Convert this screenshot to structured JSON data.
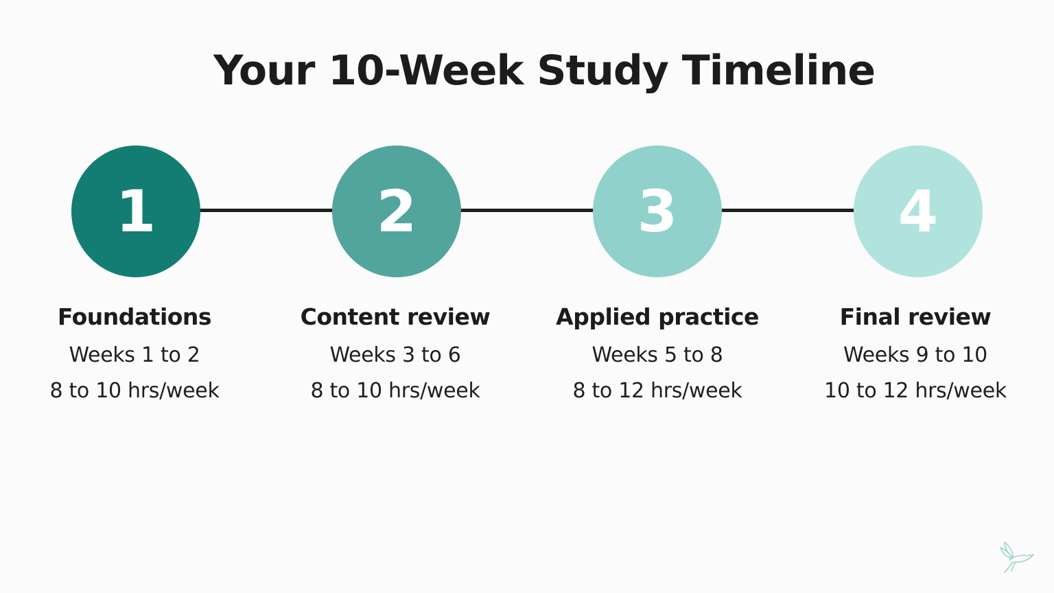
{
  "title": "Your 10-Week Study Timeline",
  "colors": {
    "step_1": "#137d73",
    "step_2": "#52a59c",
    "step_3": "#91d1cb",
    "step_4": "#b0e3de",
    "connector": "#1f1f1f",
    "background": "#fbfbfb"
  },
  "steps": [
    {
      "number": "1",
      "name": "Foundations",
      "weeks": "Weeks 1 to 2",
      "hours": "8 to 10 hrs/week"
    },
    {
      "number": "2",
      "name": "Content review",
      "weeks": "Weeks 3 to 6",
      "hours": "8 to 10 hrs/week"
    },
    {
      "number": "3",
      "name": "Applied practice",
      "weeks": "Weeks 5 to 8",
      "hours": "8 to 12 hrs/week"
    },
    {
      "number": "4",
      "name": "Final review",
      "weeks": "Weeks 9 to 10",
      "hours": "10 to 12 hrs/week"
    }
  ],
  "logo_icon": "bird-logo-icon"
}
